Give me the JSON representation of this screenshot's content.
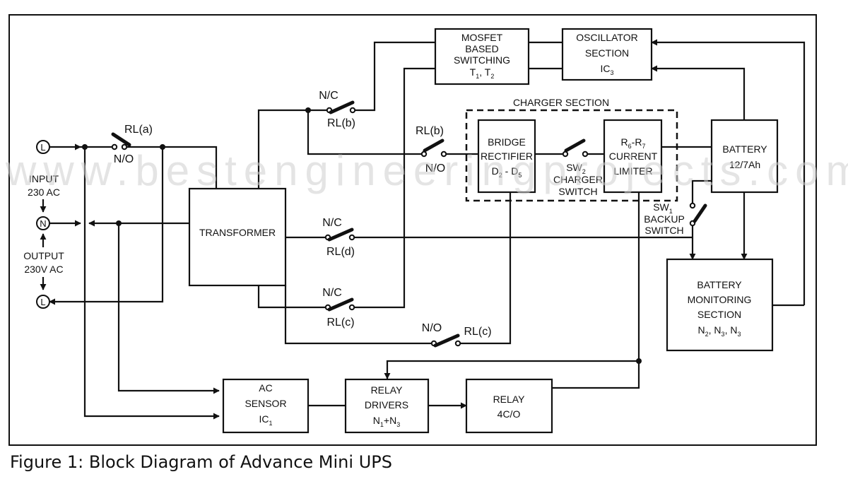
{
  "caption": "Figure 1: Block Diagram of Advance Mini UPS",
  "watermark": "www.bestengineeringprojects.com",
  "blocks": {
    "mosfet": {
      "l1": "MOSFET",
      "l2": "BASED",
      "l3": "SWITCHING",
      "l4": "T",
      "l4s1": "1",
      "l4m": ", T",
      "l4s2": "2"
    },
    "oscillator": {
      "l1": "OSCILLATOR",
      "l2": "SECTION",
      "l3": "IC",
      "l3s": "3"
    },
    "charger_section": "CHARGER SECTION",
    "bridge": {
      "l1": "BRIDGE",
      "l2": "RECTIFIER",
      "l3a": "D",
      "l3s1": "2",
      "l3m": " - D",
      "l3s2": "5"
    },
    "limiter": {
      "l1a": "R",
      "l1s1": "6",
      "l1m": "-R",
      "l1s2": "7",
      "l2": "CURRENT",
      "l3": "LIMITER"
    },
    "battery": {
      "l1": "BATTERY",
      "l2": "12/7Ah"
    },
    "transformer": "TRANSFORMER",
    "monitor": {
      "l1": "BATTERY",
      "l2": "MONITORING",
      "l3": "SECTION",
      "l4a": "N",
      "l4s1": "2",
      "l4m1": ", N",
      "l4s2": "3",
      "l4m2": ", N",
      "l4s3": "3"
    },
    "ac_sensor": {
      "l1": "AC",
      "l2": "SENSOR",
      "l3": "IC",
      "l3s": "1"
    },
    "relay_drivers": {
      "l1": "RELAY",
      "l2": "DRIVERS",
      "l3a": "N",
      "l3s1": "1",
      "l3m": "+N",
      "l3s2": "3"
    },
    "relay": {
      "l1": "RELAY",
      "l2": "4C/O"
    }
  },
  "terminals": {
    "l": "L",
    "n": "N"
  },
  "labels": {
    "input": "INPUT",
    "input_v": "230 AC",
    "output": "OUTPUT",
    "output_v": "230V AC",
    "rla": "RL(a)",
    "rla_no": "N/O",
    "rlb_nc": "N/C",
    "rlb1": "RL(b)",
    "rlb2": "RL(b)",
    "rlb_no": "N/O",
    "sw2a": "SW",
    "sw2s": "2",
    "sw2b": "CHARGER",
    "sw2c": "SWITCH",
    "sw1a": "SW",
    "sw1s": "1",
    "sw1b": "BACKUP",
    "sw1c": "SWITCH",
    "rld_nc": "N/C",
    "rld": "RL(d)",
    "rlc_nc": "N/C",
    "rlc1": "RL(c)",
    "rlc_no": "N/O",
    "rlc2": "RL(c)"
  }
}
